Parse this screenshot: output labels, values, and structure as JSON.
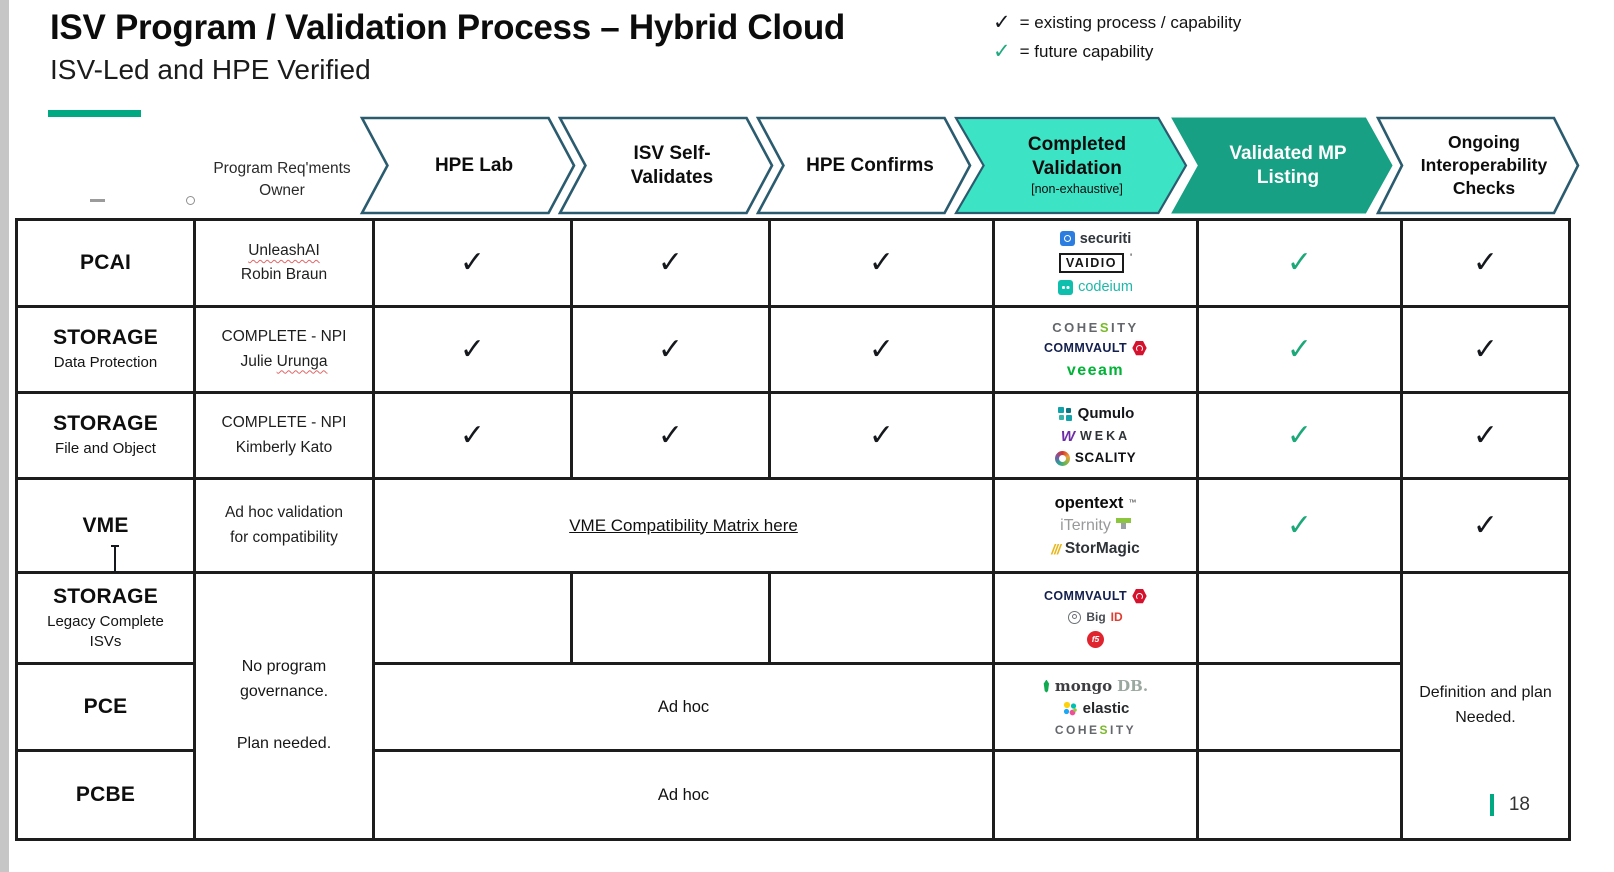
{
  "slide": {
    "title": "ISV Program / Validation Process – Hybrid Cloud",
    "subtitle": "ISV-Led and HPE Verified",
    "page_number": "18"
  },
  "legend": {
    "existing_check": "✓",
    "existing_text": "= existing process / capability",
    "future_check": "✓",
    "future_text": "= future capability"
  },
  "marks": {
    "check": "✓"
  },
  "colors": {
    "accent_teal": "#01a982",
    "mint_chevron": "#3de3c5",
    "dark_chevron": "#17a083",
    "chevron_outline": "#2a5b6e",
    "future_check_green": "#1ca878",
    "table_border": "#1d1d1d"
  },
  "header": {
    "owner_line1": "Program Req'ments",
    "owner_line2": "Owner",
    "stages": [
      {
        "line1": "HPE Lab"
      },
      {
        "line1": "ISV Self-",
        "line2": "Validates"
      },
      {
        "line1": "HPE Confirms"
      },
      {
        "line1": "Completed",
        "line2": "Validation",
        "note": "[non-exhaustive]"
      },
      {
        "line1": "Validated MP",
        "line2": "Listing"
      },
      {
        "line1": "Ongoing",
        "line2": "Interoperability",
        "line3": "Checks"
      }
    ]
  },
  "rows": [
    {
      "cat": "PCAI",
      "owner_l1": "UnleashAI",
      "owner_l2": "Robin Braun"
    },
    {
      "cat": "STORAGE",
      "sub": "Data Protection",
      "owner_l1": "COMPLETE - NPI",
      "owner_l2_pre": "Julie ",
      "owner_l2_wavy": "Urunga"
    },
    {
      "cat": "STORAGE",
      "sub": "File and Object",
      "owner_l1": "COMPLETE - NPI",
      "owner_l2": "Kimberly Kato"
    },
    {
      "cat": "VME",
      "owner_l1": "Ad hoc validation",
      "owner_l2": "for compatibility"
    },
    {
      "cat": "STORAGE",
      "sub": "Legacy Complete ISVs"
    },
    {
      "cat": "PCE"
    },
    {
      "cat": "PCBE"
    }
  ],
  "cells": {
    "vme_link": "VME Compatibility Matrix here",
    "adhoc": "Ad hoc",
    "governance_1": "No program governance.",
    "governance_2": "Plan needed.",
    "definition": "Definition and plan Needed."
  },
  "logos": {
    "securiti": {
      "text": "securiti"
    },
    "vaidio": {
      "text": "VAIDIO",
      "mark": "'"
    },
    "codeium": {
      "text": "codeium"
    },
    "cohesity": {
      "p1": "COHE",
      "accent": "S",
      "p2": "ITY"
    },
    "commvault": {
      "text": "COMMVAULT"
    },
    "veeam": {
      "text": "veeam"
    },
    "qumulo": {
      "text": "Qumulo"
    },
    "weka": {
      "icon": "W",
      "text": "WEKA"
    },
    "scality": {
      "text": "SCALITY"
    },
    "opentext": {
      "text": "opentext",
      "tm": "™"
    },
    "iternity": {
      "text": "iTernity"
    },
    "stormagic": {
      "icon": "///",
      "text": "StorMagic"
    },
    "bigid": {
      "p1": "Big",
      "p2": "ID"
    },
    "f5": {
      "text": "f5"
    },
    "mongodb": {
      "p1": "mongo",
      "p2": "DB."
    },
    "elastic": {
      "text": "elastic"
    }
  }
}
